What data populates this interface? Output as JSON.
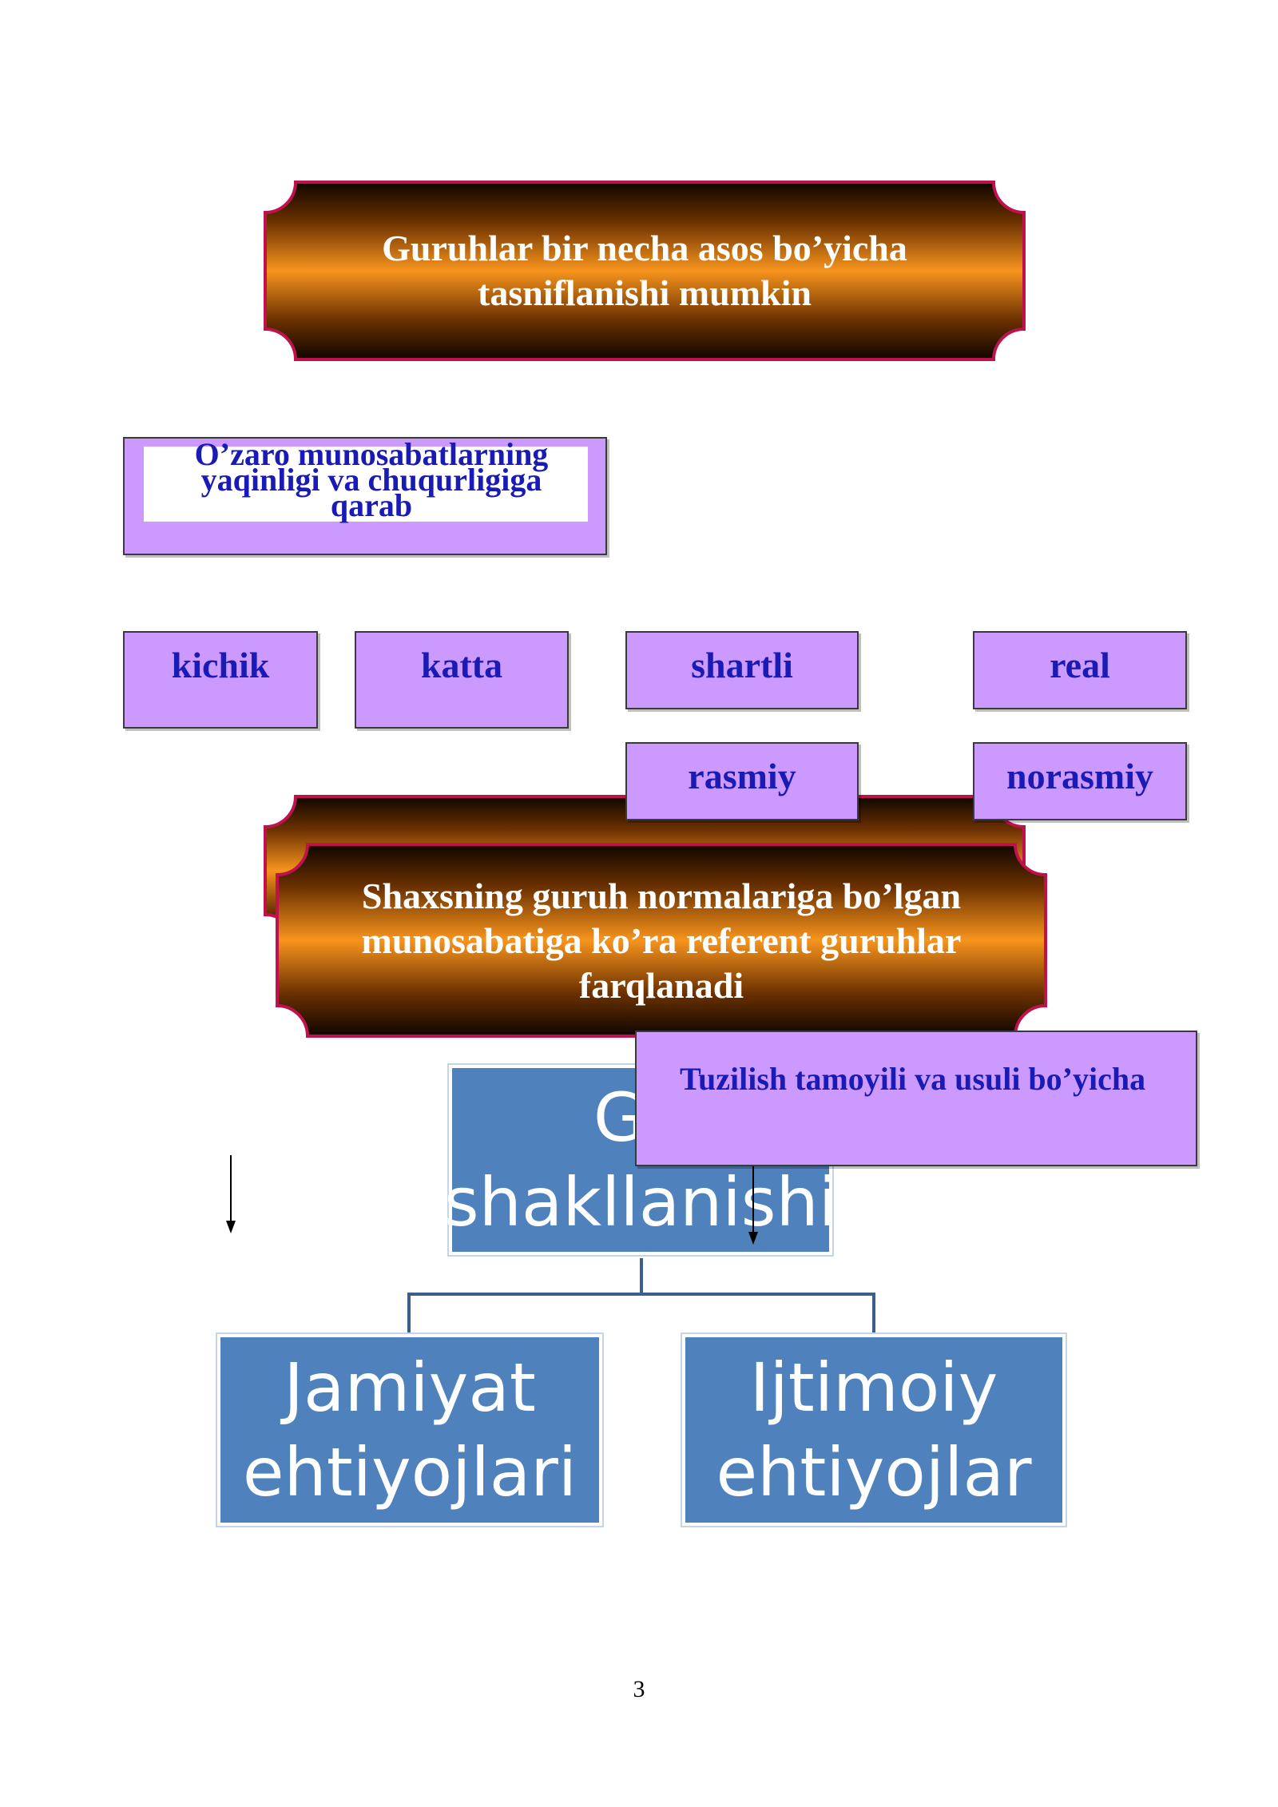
{
  "banner_top": {
    "line1": "Guruhlar bir necha asos bo’yicha",
    "line2": "tasniflanishi mumkin"
  },
  "relations_box": {
    "text": "O’zaro munosabatlarning yaqinligi va chuqurligiga qarab"
  },
  "categories": {
    "kichik": "kichik",
    "katta": "katta",
    "shartli": "shartli",
    "real": "real",
    "rasmiy": "rasmiy",
    "norasmiy": "norasmiy"
  },
  "banner_mid": {
    "line1": "Shaxsning guruh normalariga bo’lgan",
    "line2": "munosabatiga ko’ra referent guruhlar",
    "line3": "farqlanadi"
  },
  "structure_box": {
    "text": "Tuzilish tamoyili va usuli bo’yicha"
  },
  "tree": {
    "root_line1": "Gu",
    "root_line2": "shakllanishi",
    "left_line1": "Jamiyat",
    "left_line2": "ehtiyojlari",
    "right_line1": "Ijtimoiy",
    "right_line2": "ehtiyojlar"
  },
  "page_number": "3",
  "colors": {
    "banner_gold": "#f7941d",
    "banner_dark": "#1a0a00",
    "banner_border": "#c0114d",
    "lilac": "#cc99ff",
    "category_text": "#1a1ab4",
    "smartart_blue": "#4f81bd"
  }
}
